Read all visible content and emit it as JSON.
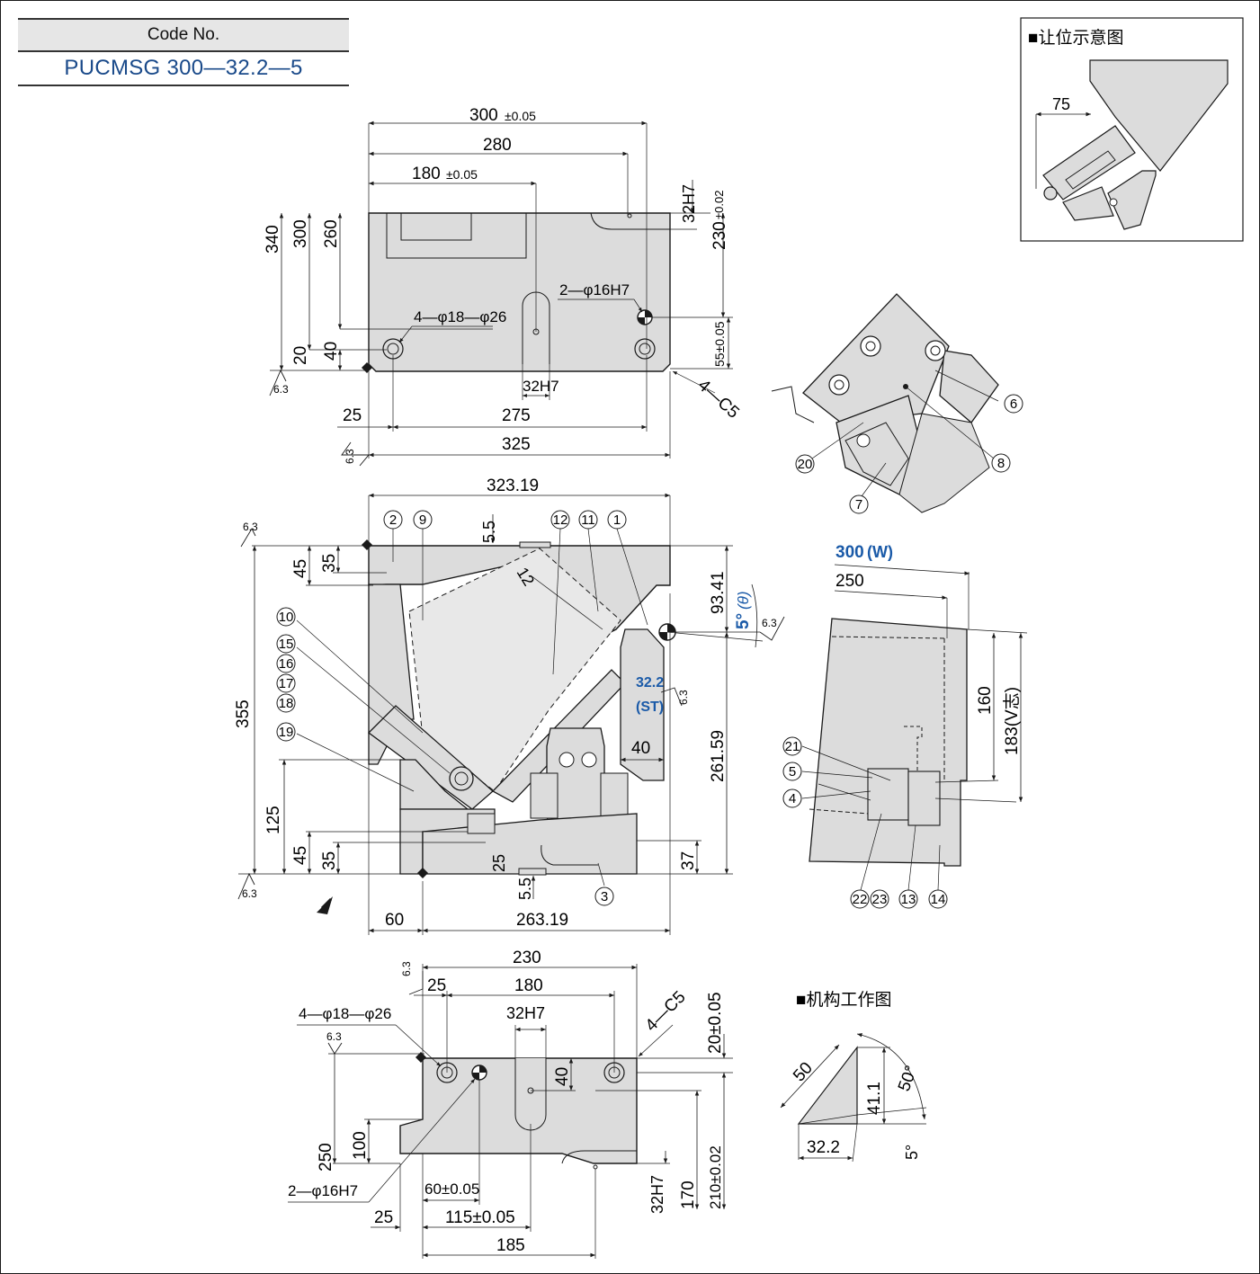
{
  "header": {
    "label": "Code No.",
    "code": "PUCMSG 300—32.2—5"
  },
  "inset": {
    "title": "■让位示意图",
    "dim": "75"
  },
  "mech": {
    "title": "■机构工作图",
    "side": "50",
    "height": "41.1",
    "base": "32.2",
    "arc": "50°",
    "angle": "5°"
  },
  "top_view": {
    "d300": "300",
    "tol005": "±0.05",
    "d280": "280",
    "d180": "180",
    "d340": "340",
    "d300v": "300",
    "d260": "260",
    "d40": "40",
    "d20": "20",
    "d32h7": "32H7",
    "d230": "230",
    "tol002": "±0.02",
    "d55": "55±0.05",
    "holes16": "2—φ16H7",
    "holes18": "4—φ18—φ26",
    "slot": "32H7",
    "chamfer": "4—C5",
    "d25": "25",
    "d275": "275",
    "d325": "325",
    "rough": "6.3"
  },
  "front_view": {
    "d32319": "323.19",
    "d55a": "5.5",
    "d45": "45",
    "d35": "35",
    "d12": "12",
    "d9341": "93.41",
    "d5deg": "5°",
    "theta": "(θ)",
    "st_val": "32.2",
    "st_lbl": "(ST)",
    "d40": "40",
    "d26159": "261.59",
    "d355": "355",
    "d125": "125",
    "d45b": "45",
    "d35b": "35",
    "d25": "25",
    "d55b": "5.5",
    "d37": "37",
    "d60": "60",
    "d26319": "263.19",
    "rough": "6.3"
  },
  "bottom_view": {
    "d230": "230",
    "d25": "25",
    "d180": "180",
    "d32h7": "32H7",
    "chamfer": "4—C5",
    "holes18": "4—φ18—φ26",
    "d20": "20±0.05",
    "d40": "40",
    "d250": "250",
    "d100": "100",
    "holes16": "2—φ16H7",
    "d60": "60±0.05",
    "d32h7v": "32H7",
    "d170": "170",
    "d210": "210±0.02",
    "d25b": "25",
    "d115": "115±0.05",
    "d185": "185",
    "rough": "6.3"
  },
  "side_view": {
    "d300w_num": "300",
    "d300w_lbl": "(W)",
    "d250": "250",
    "d160": "160",
    "d183": "183(V志)"
  },
  "balloons": {
    "b1": "1",
    "b2": "2",
    "b3": "3",
    "b4": "4",
    "b5": "5",
    "b6": "6",
    "b7": "7",
    "b8": "8",
    "b9": "9",
    "b10": "10",
    "b11": "11",
    "b12": "12",
    "b13": "13",
    "b14": "14",
    "b15": "15",
    "b16": "16",
    "b17": "17",
    "b18": "18",
    "b19": "19",
    "b20": "20",
    "b21": "21",
    "b22": "22",
    "b23": "23"
  },
  "colors": {
    "part_fill": "#dcdcdc",
    "line": "#1a1a1a",
    "accent_blue": "#1a5aa8"
  }
}
